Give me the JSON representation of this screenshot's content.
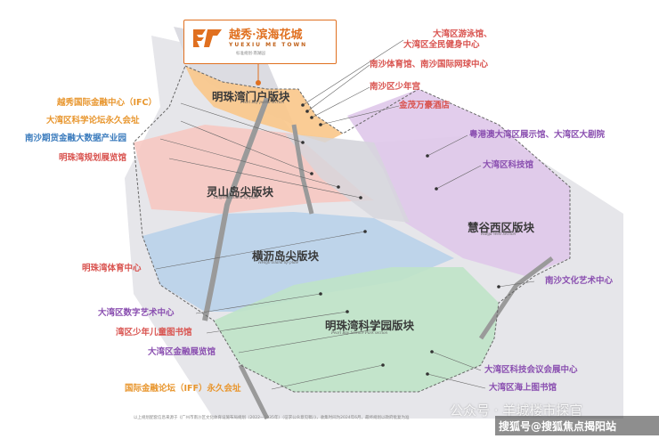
{
  "logo": {
    "name_cn": "越秀·滨海花城",
    "name_en": "YUEXIU ME TOWN",
    "subtitle": "标准规划·南湖园"
  },
  "plates": {
    "gateway": {
      "cn": "明珠湾门户版块",
      "en": "Pearl Bay portal section"
    },
    "lingshan": {
      "cn": "灵山岛尖版块",
      "en": "Lingshan Island tip plate"
    },
    "hengli": {
      "cn": "横沥岛尖版块",
      "en": "Hengli Island tip plate"
    },
    "science": {
      "cn": "明珠湾科学园版块",
      "en": "Pearl Bay Science Park section"
    },
    "huigu": {
      "cn": "慧谷西区版块",
      "en": "Huigu West Section"
    }
  },
  "labels": {
    "swim": "大湾区游泳馆、",
    "fitness": "大湾区全民健身中心",
    "stadium": "南沙体育馆、南沙国际网球中心",
    "youth": "南沙区少年宫",
    "hotel": "金茂万豪酒店",
    "ifc": "越秀国际金融中心（IFC）",
    "forum": "大湾区科学论坛永久会址",
    "futures": "南沙期货金融大数据产业园",
    "pearlhall": "明珠湾规划展览馆",
    "expo": "粤港澳大湾区展示馆、大湾区大剧院",
    "tech": "大湾区科技馆",
    "sportsctr": "明珠湾体育中心",
    "culture": "南沙文化艺术中心",
    "digital": "大湾区数字艺术中心",
    "kidslib": "湾区少年儿童图书馆",
    "finhall": "大湾区金融展览馆",
    "techconf": "大湾区科技会议会展中心",
    "sealib": "大湾区海上图书馆",
    "iff": "国际金融论坛（IFF）永久会址"
  },
  "source_note": "以上规划配套信息来源于《广州市南沙区文化体育设施布局规划（2022—2035年）（征求公众意见稿）》，收集时间为2024年6月，最终规划以政府批复为准",
  "watermark": "公众号 · 羊城楼市探官",
  "brand": "搜狐号@搜狐焦点揭阳站",
  "colors": {
    "gateway": "#f9c68a",
    "lingshan": "#f7c6bf",
    "hengli": "#b9d2ea",
    "science": "#bfe3c8",
    "huigu": "#dfc8ea",
    "accent": "#e07020"
  }
}
